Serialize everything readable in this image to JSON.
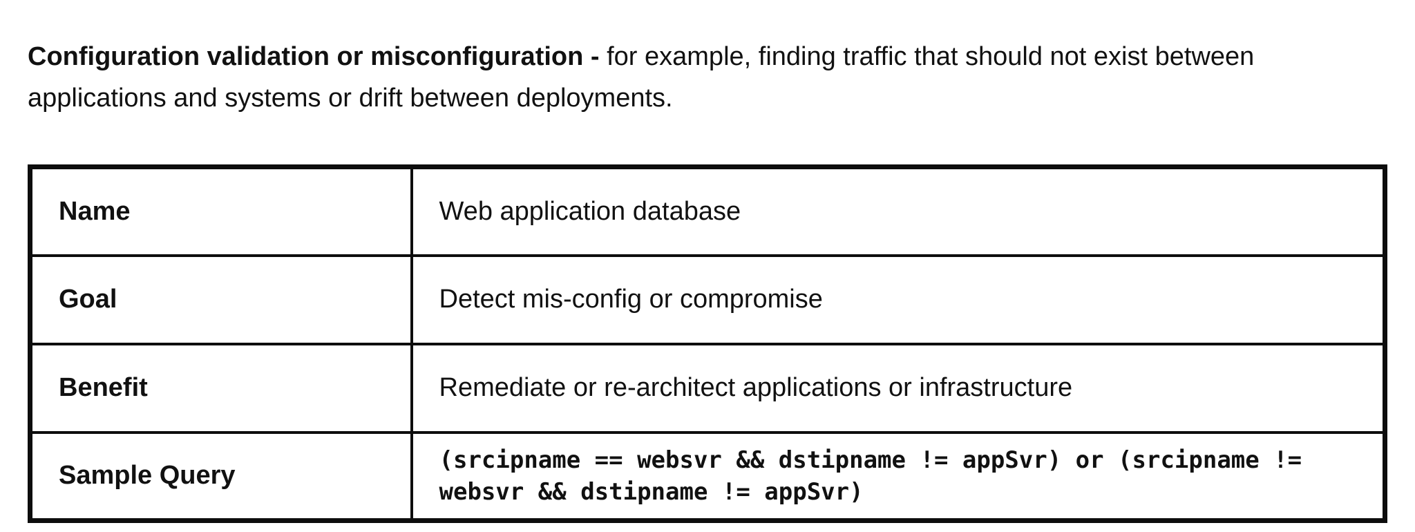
{
  "intro": {
    "bold": "Configuration validation or misconfiguration -",
    "rest": " for example, finding traffic that should not exist between applications and systems or drift between deployments."
  },
  "table": {
    "rows": [
      {
        "label": "Name",
        "value": "Web application database"
      },
      {
        "label": "Goal",
        "value": "Detect mis-config or compromise"
      },
      {
        "label": "Benefit",
        "value": "Remediate or re-architect applications or infrastructure"
      },
      {
        "label": "Sample Query",
        "value": "(srcipname == websvr && dstipname != appSvr) or (srcipname != websvr && dstipname != appSvr)"
      }
    ]
  }
}
